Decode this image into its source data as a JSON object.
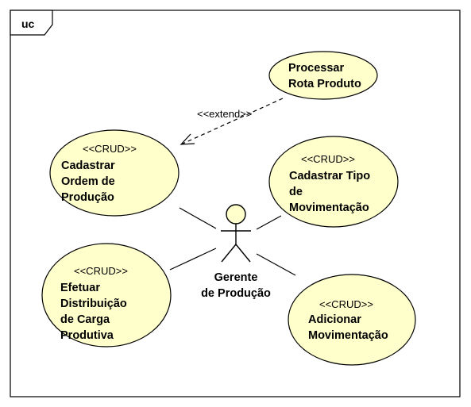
{
  "frame": {
    "label": "uc"
  },
  "actor": {
    "name_line1": "Gerente",
    "name_line2": "de Produção"
  },
  "use_cases": {
    "processar": {
      "line1": "Processar",
      "line2": "Rota Produto"
    },
    "cadastrar_ordem": {
      "stereotype": "<<CRUD>>",
      "line1": "Cadastrar",
      "line2": "Ordem de",
      "line3": "Produção"
    },
    "cadastrar_tipo": {
      "stereotype": "<<CRUD>>",
      "line1": "Cadastrar Tipo",
      "line2": "de",
      "line3": "Movimentação"
    },
    "efetuar": {
      "stereotype": "<<CRUD>>",
      "line1": "Efetuar",
      "line2": "Distribuição",
      "line3": "de Carga",
      "line4": "Produtiva"
    },
    "adicionar": {
      "stereotype": "<<CRUD>>",
      "line1": "Adicionar",
      "line2": "Movimentação"
    }
  },
  "relationships": {
    "extend_label": "<<extend>>"
  },
  "colors": {
    "use_case_fill": "#ffffcc",
    "stroke": "#000000",
    "background": "#ffffff"
  }
}
